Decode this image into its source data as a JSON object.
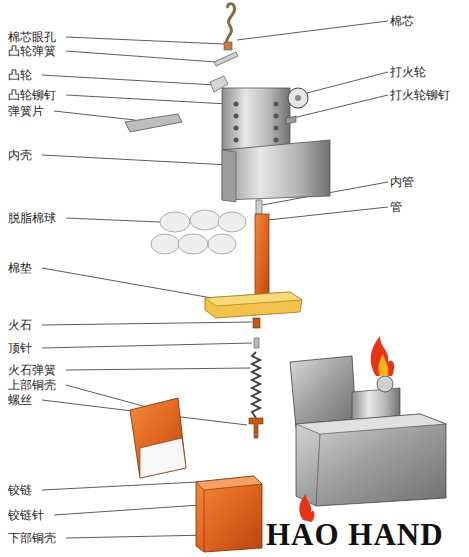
{
  "diagram": {
    "labels": [
      "棉芯眼孔",
      "凸轮弹簧",
      "凸轮",
      "凸轮铆钉",
      "弹簧片",
      "内壳",
      "脱脂棉球",
      "棉垫",
      "火石",
      "顶针",
      "火石弹簧",
      "上部铜壳",
      "螺丝",
      "铰链",
      "铰链针",
      "下部铜壳",
      "棉芯",
      "打火轮",
      "打火轮铆钉",
      "内管",
      "管",
      "HAO HAND"
    ]
  }
}
